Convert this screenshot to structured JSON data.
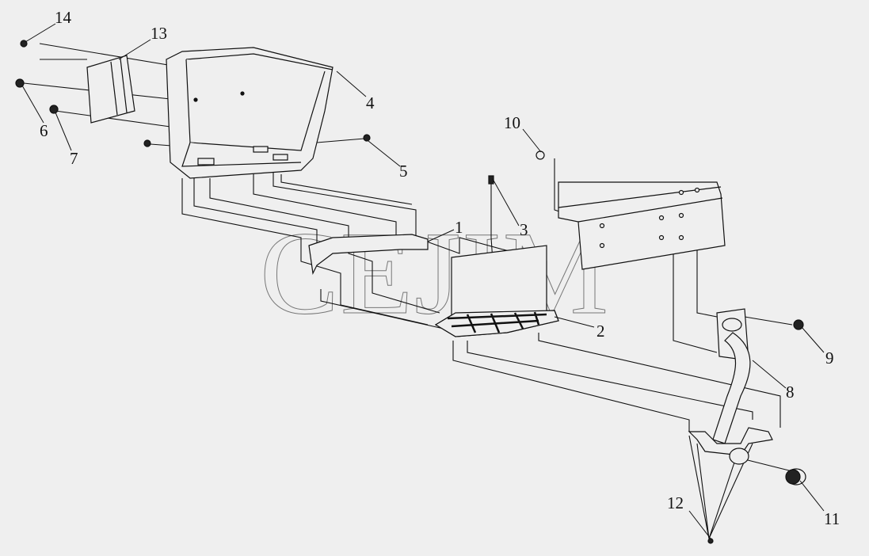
{
  "watermark": "CEJIM",
  "callouts": {
    "c1": "1",
    "c2": "2",
    "c3": "3",
    "c4": "4",
    "c5": "5",
    "c6": "6",
    "c7": "7",
    "c8": "8",
    "c9": "9",
    "c10": "10",
    "c11": "11",
    "c12": "12",
    "c13": "13",
    "c14": "14"
  }
}
